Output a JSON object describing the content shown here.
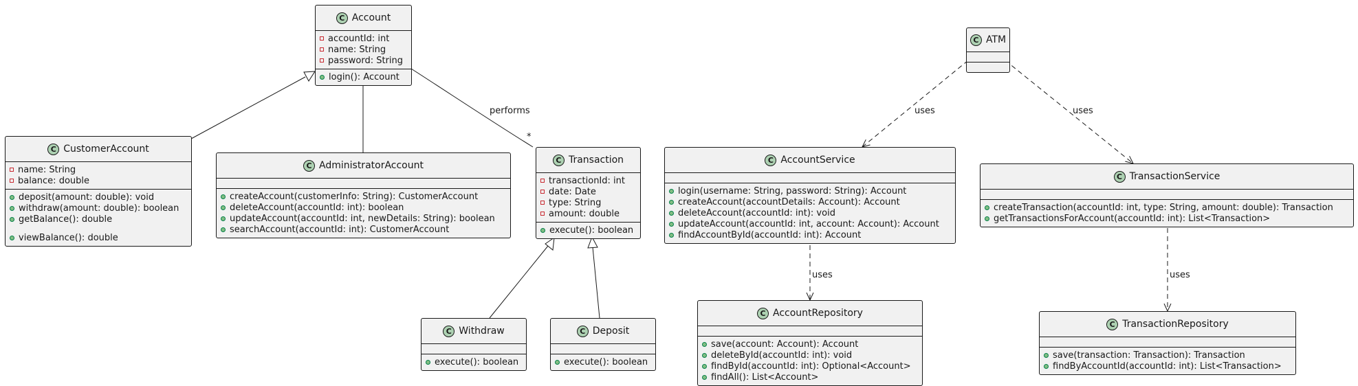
{
  "classes": {
    "account": {
      "name": "Account",
      "icon": "class-icon",
      "icon_letter": "C",
      "attributes": [
        {
          "text": "accountId: int",
          "vis": "private"
        },
        {
          "text": "name: String",
          "vis": "private"
        },
        {
          "text": "password: String",
          "vis": "private"
        }
      ],
      "methods": [
        {
          "text": "login(): Account",
          "vis": "public"
        }
      ]
    },
    "customer_account": {
      "name": "CustomerAccount",
      "icon": "class-icon",
      "icon_letter": "C",
      "attributes": [
        {
          "text": "name: String",
          "vis": "private"
        },
        {
          "text": "balance: double",
          "vis": "private"
        }
      ],
      "methods": [
        {
          "text": "deposit(amount: double): void",
          "vis": "public"
        },
        {
          "text": "withdraw(amount: double): boolean",
          "vis": "public"
        },
        {
          "text": "getBalance(): double",
          "vis": "public"
        },
        {
          "text": "viewBalance(): double",
          "vis": "public"
        }
      ]
    },
    "administrator_account": {
      "name": "AdministratorAccount",
      "icon": "class-icon",
      "icon_letter": "C",
      "attributes": [],
      "methods": [
        {
          "text": "createAccount(customerInfo: String): CustomerAccount",
          "vis": "public"
        },
        {
          "text": "deleteAccount(accountId: int): boolean",
          "vis": "public"
        },
        {
          "text": "updateAccount(accountId: int, newDetails: String): boolean",
          "vis": "public"
        },
        {
          "text": "searchAccount(accountId: int): CustomerAccount",
          "vis": "public"
        }
      ]
    },
    "transaction": {
      "name": "Transaction",
      "icon": "class-icon",
      "icon_letter": "C",
      "attributes": [
        {
          "text": "transactionId: int",
          "vis": "private"
        },
        {
          "text": "date: Date",
          "vis": "private"
        },
        {
          "text": "type: String",
          "vis": "private"
        },
        {
          "text": "amount: double",
          "vis": "private"
        }
      ],
      "methods": [
        {
          "text": "execute(): boolean",
          "vis": "public"
        }
      ]
    },
    "withdraw": {
      "name": "Withdraw",
      "icon": "class-icon",
      "icon_letter": "C",
      "attributes": [],
      "methods": [
        {
          "text": "execute(): boolean",
          "vis": "public"
        }
      ]
    },
    "deposit": {
      "name": "Deposit",
      "icon": "class-icon",
      "icon_letter": "C",
      "attributes": [],
      "methods": [
        {
          "text": "execute(): boolean",
          "vis": "public"
        }
      ]
    },
    "atm": {
      "name": "ATM",
      "icon": "class-icon",
      "icon_letter": "C",
      "attributes": [],
      "methods": []
    },
    "account_service": {
      "name": "AccountService",
      "icon": "class-icon",
      "icon_letter": "C",
      "attributes": [],
      "methods": [
        {
          "text": "login(username: String, password: String): Account",
          "vis": "public"
        },
        {
          "text": "createAccount(accountDetails: Account): Account",
          "vis": "public"
        },
        {
          "text": "deleteAccount(accountId: int): void",
          "vis": "public"
        },
        {
          "text": "updateAccount(accountId: int, account: Account): Account",
          "vis": "public"
        },
        {
          "text": "findAccountById(accountId: int): Account",
          "vis": "public"
        }
      ]
    },
    "transaction_service": {
      "name": "TransactionService",
      "icon": "class-icon",
      "icon_letter": "C",
      "attributes": [],
      "methods": [
        {
          "text": "createTransaction(accountId: int, type: String, amount: double): Transaction",
          "vis": "public"
        },
        {
          "text": "getTransactionsForAccount(accountId: int): List<Transaction>",
          "vis": "public"
        }
      ]
    },
    "account_repository": {
      "name": "AccountRepository",
      "icon": "class-icon",
      "icon_letter": "C",
      "attributes": [],
      "methods": [
        {
          "text": "save(account: Account): Account",
          "vis": "public"
        },
        {
          "text": "deleteById(accountId: int): void",
          "vis": "public"
        },
        {
          "text": "findById(accountId: int): Optional<Account>",
          "vis": "public"
        },
        {
          "text": "findAll(): List<Account>",
          "vis": "public"
        }
      ]
    },
    "transaction_repository": {
      "name": "TransactionRepository",
      "icon": "class-icon",
      "icon_letter": "C",
      "attributes": [],
      "methods": [
        {
          "text": "save(transaction: Transaction): Transaction",
          "vis": "public"
        },
        {
          "text": "findByAccountId(accountId: int): List<Transaction>",
          "vis": "public"
        }
      ]
    }
  },
  "relations": {
    "performs": {
      "label": "performs",
      "multiplicity": "*"
    },
    "atm_uses_account_service": {
      "label": "uses"
    },
    "atm_uses_transaction_service": {
      "label": "uses"
    },
    "account_service_uses_repository": {
      "label": "uses"
    },
    "transaction_service_uses_repository": {
      "label": "uses"
    }
  },
  "colors": {
    "class_fill": "#f1f1f1",
    "border": "#181818",
    "class_icon": "#add1b2",
    "private_marker": "#c82930",
    "public_marker": "#84be84"
  }
}
